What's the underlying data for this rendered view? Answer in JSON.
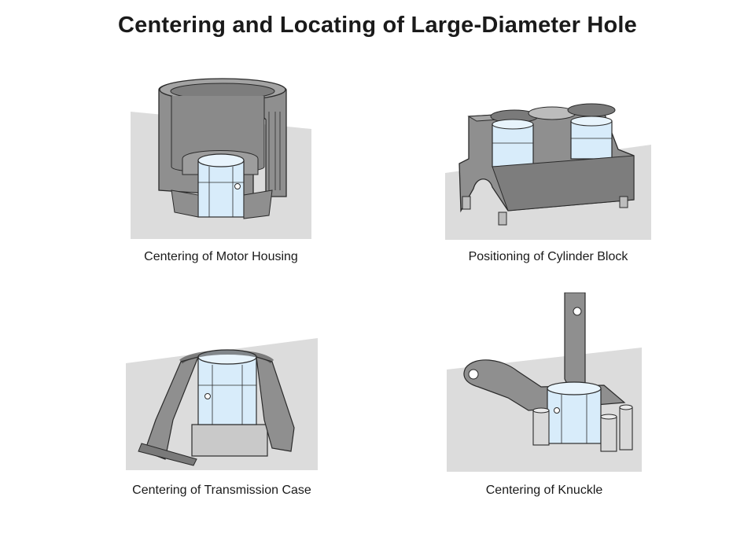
{
  "title": "Centering and Locating of Large-Diameter Hole",
  "figures": [
    {
      "caption": "Centering of Motor Housing"
    },
    {
      "caption": "Positioning of Cylinder Block"
    },
    {
      "caption": "Centering of Transmission Case"
    },
    {
      "caption": "Centering of Knuckle"
    }
  ],
  "colors": {
    "background_gray": "#dcdcdc",
    "part_gray": "#8f8f8f",
    "part_dark": "#6e6e6e",
    "clamp_blue": "#d8ecfa",
    "outline": "#2b2b2b"
  }
}
